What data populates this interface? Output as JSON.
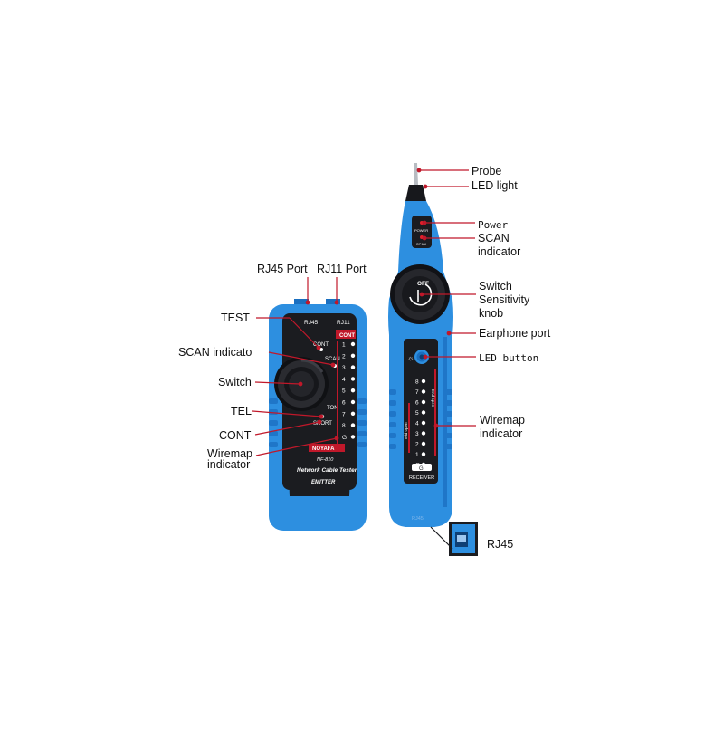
{
  "callouts": {
    "probe": "Probe",
    "led_light": "LED light",
    "power": "Power",
    "scan_indicator_line1": "SCAN",
    "scan_indicator_line2": "indicator",
    "switch_sensitivity_line1": "Switch",
    "switch_sensitivity_line2": "Sensitivity",
    "switch_sensitivity_line3": "knob",
    "earphone_port": "Earphone port",
    "led_button": "LED button",
    "wiremap_right_line1": "Wiremap",
    "wiremap_right_line2": "indicator",
    "rj45_inset": "RJ45",
    "rj45_port": "RJ45 Port",
    "rj11_port": "RJ11 Port",
    "test": "TEST",
    "scan_indicato": "SCAN indicato",
    "switch": "Switch",
    "tel": "TEL",
    "cont": "CONT",
    "wiremap_left_line1": "Wiremap",
    "wiremap_left_line2": "indicator"
  },
  "emitter": {
    "port_rj45": "RJ45",
    "port_rj11": "RJ11",
    "mode_cont": "CONT",
    "mode_scan": "SCAN",
    "mode_ton": "TON",
    "mode_short": "SHORT",
    "cont_badge": "CONT",
    "led_numbers": [
      "1",
      "2",
      "3",
      "4",
      "5",
      "6",
      "7",
      "8",
      "G"
    ],
    "brand": "NOYAFA",
    "model": "NF-810",
    "product_name": "Network Cable Tester",
    "unit_name": "EMITTER"
  },
  "receiver": {
    "power_label": "POWER",
    "scan_label": "SCAN",
    "knob_off": "OFF",
    "side_label_1": "End open",
    "side_label_2": "Mid open",
    "led_numbers": [
      "8",
      "7",
      "6",
      "5",
      "4",
      "3",
      "2",
      "1",
      "G"
    ],
    "unit_name": "RECEIVER",
    "bottom_text": "RJ45"
  },
  "colors": {
    "body_blue": "#2d8fe0",
    "body_dark_blue": "#1a6fc0",
    "panel_dark": "#1b1c20",
    "callout_red": "#c0182a",
    "led_red": "#e0202a"
  }
}
